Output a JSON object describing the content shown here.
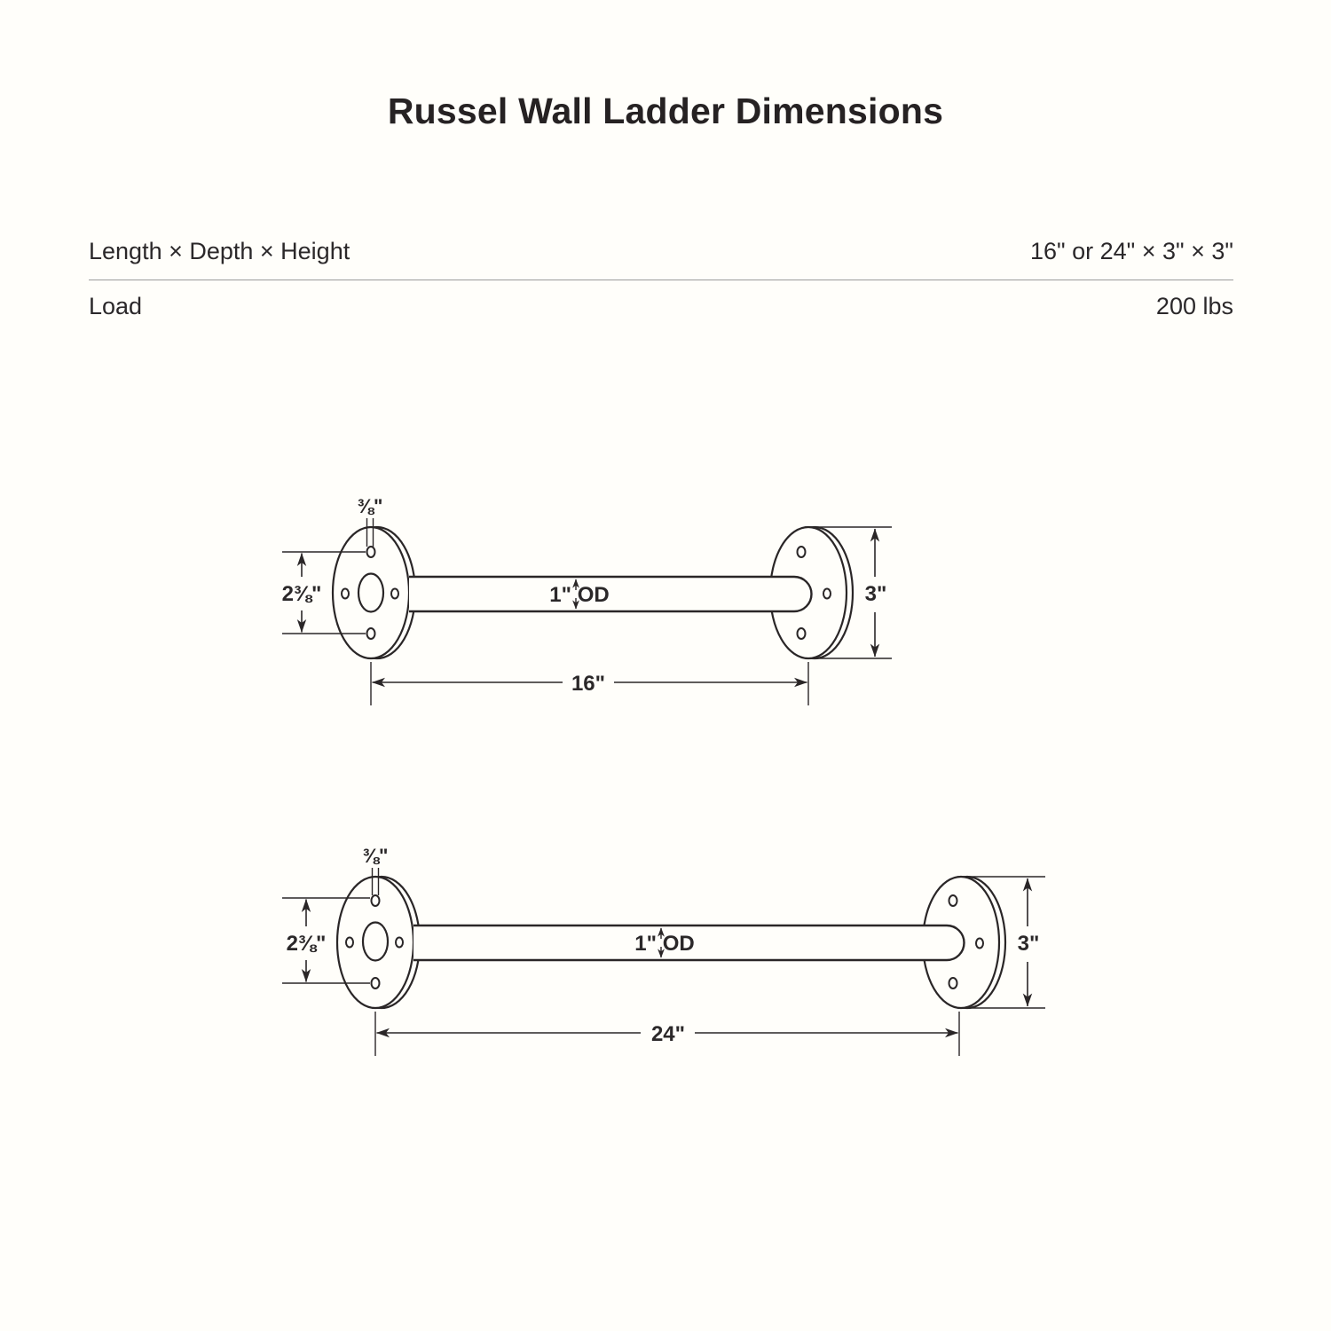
{
  "title": "Russel Wall Ladder Dimensions",
  "specs": {
    "rows": [
      {
        "label": "Length × Depth × Height",
        "value": "16\" or 24\" × 3\" × 3\""
      },
      {
        "label": "Load",
        "value": "200 lbs"
      }
    ]
  },
  "diagrams": [
    {
      "name": "16-inch rung drawing",
      "labels": {
        "dia": "⅜\"",
        "spacing": "2⅜\"",
        "od": "1\" OD",
        "flange": "3\"",
        "length": "16\""
      }
    },
    {
      "name": "24-inch rung drawing",
      "labels": {
        "dia": "⅜\"",
        "spacing": "2⅜\"",
        "od": "1\" OD",
        "flange": "3\"",
        "length": "24\""
      }
    }
  ],
  "colors": {
    "line": "#2a2627",
    "text": "#2b2829",
    "divider": "#9b9b9b",
    "background": "#fffefa"
  }
}
